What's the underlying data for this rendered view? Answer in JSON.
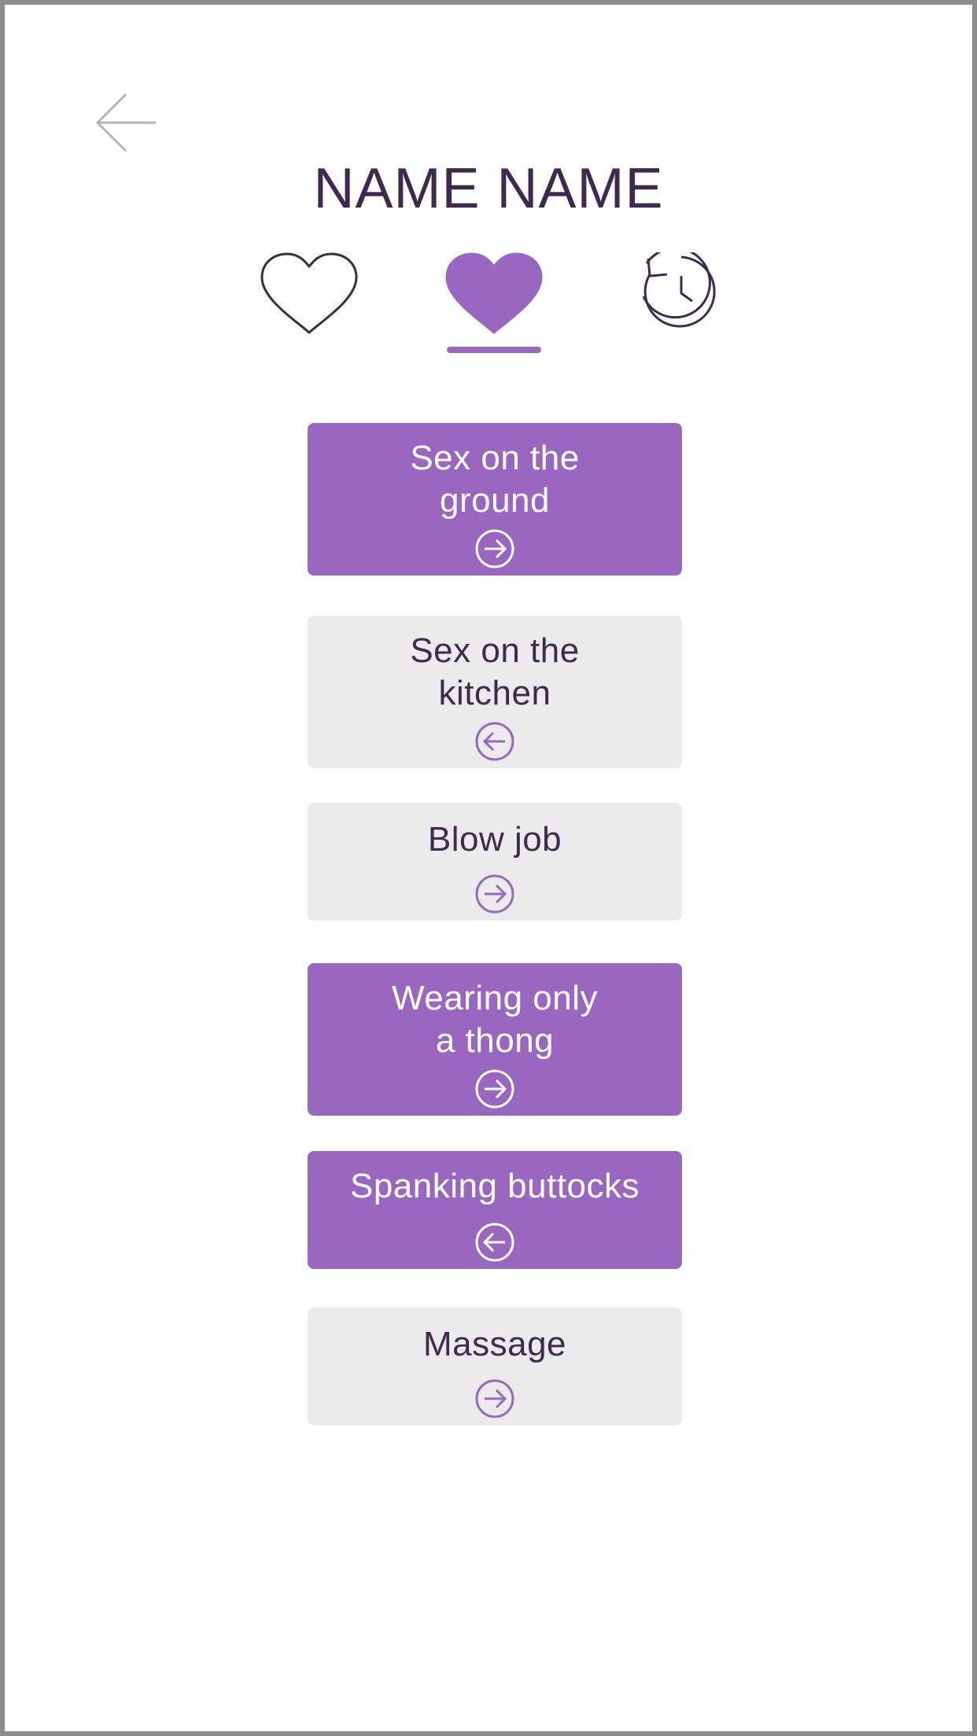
{
  "header": {
    "title": "NAME NAME"
  },
  "tabs": [
    {
      "icon": "heart-outline-icon",
      "active": false
    },
    {
      "icon": "heart-filled-icon",
      "active": true
    },
    {
      "icon": "history-icon",
      "active": false
    }
  ],
  "colors": {
    "accent": "#9966c0",
    "text_dark": "#3e2a4f",
    "card_grey": "#ebebeb",
    "back_arrow": "#b5b5b5"
  },
  "cards": [
    {
      "label": "Sex on the\nground",
      "style": "purple",
      "icon": "arrow-right-circle-icon"
    },
    {
      "label": "Sex on the\nkitchen",
      "style": "grey",
      "icon": "arrow-left-circle-icon"
    },
    {
      "label": "Blow job",
      "style": "grey",
      "icon": "arrow-right-circle-icon"
    },
    {
      "label": "Wearing only\na thong",
      "style": "purple",
      "icon": "arrow-right-circle-icon"
    },
    {
      "label": "Spanking buttocks",
      "style": "purple",
      "icon": "arrow-left-circle-icon"
    },
    {
      "label": "Massage",
      "style": "grey",
      "icon": "arrow-right-circle-icon"
    }
  ]
}
